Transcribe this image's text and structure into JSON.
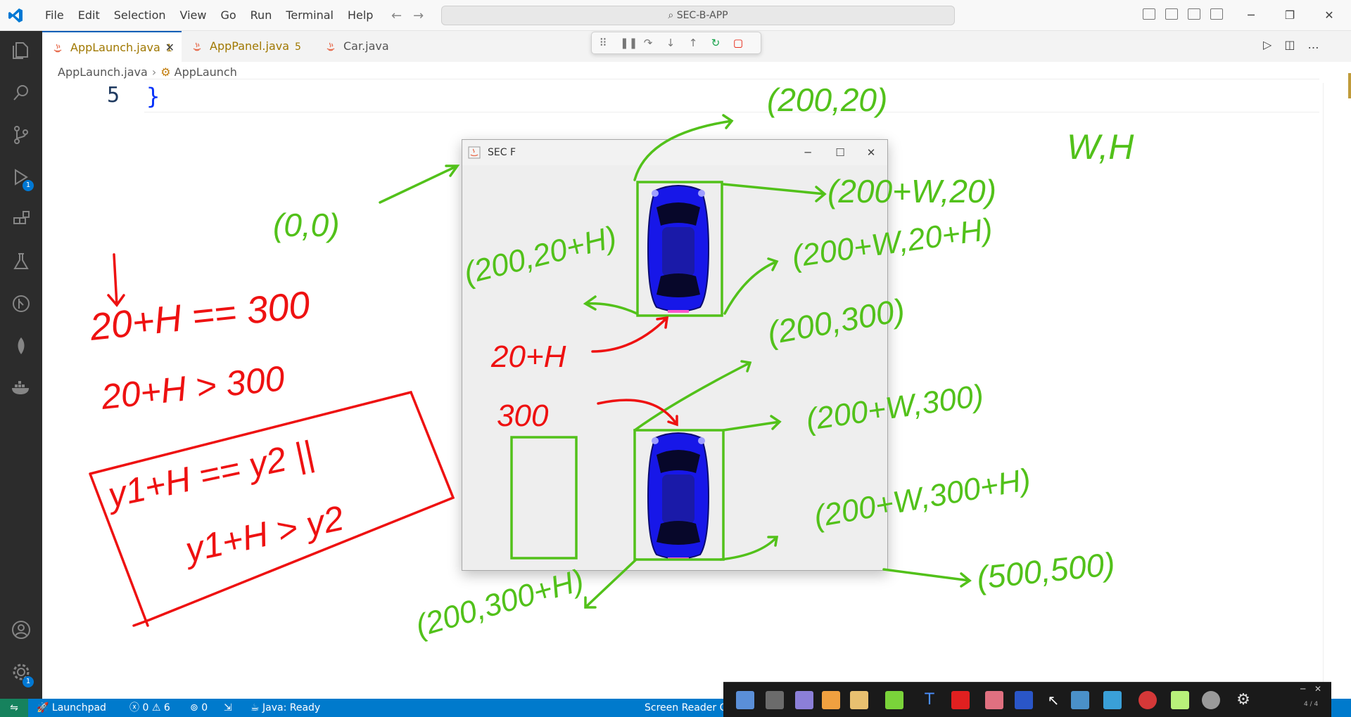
{
  "titlebar": {
    "menu": [
      "File",
      "Edit",
      "Selection",
      "View",
      "Go",
      "Run",
      "Terminal",
      "Help"
    ],
    "search": "SEC-B-APP"
  },
  "activity": {
    "debug_badge": "1",
    "settings_badge": "1"
  },
  "tabs": [
    {
      "label": "AppLaunch.java",
      "count": "1"
    },
    {
      "label": "AppPanel.java",
      "count": "5"
    },
    {
      "label": "Car.java"
    }
  ],
  "breadcrumb": {
    "file": "AppLaunch.java",
    "symbol": "AppLaunch"
  },
  "editor": {
    "line_number": "5",
    "code": "}"
  },
  "java_window": {
    "title": "SEC F"
  },
  "annotations": {
    "green": [
      "(200,20)",
      "W,H",
      "(200+W,20)",
      "(0,0)",
      "(200,20+H)",
      "(200+W,20+H)",
      "(200,300)",
      "(200+W,300)",
      "(200+W,300+H)",
      "(500,500)",
      "(200,300+H)"
    ],
    "red": [
      "20+H == 300",
      "20+H > 300",
      "20+H",
      "300",
      "y1+H == y2 ||",
      "y1+H > y2"
    ]
  },
  "statusbar": {
    "launchpad": "Launchpad",
    "errors": "0",
    "warnings": "6",
    "ports": "0",
    "java": "Java: Ready",
    "screen_reader": "Screen Reader O"
  },
  "pen_toolbar": {
    "page": "4 / 4"
  },
  "colors": {
    "accent": "#007acc",
    "ink_green": "#52c11a",
    "ink_red": "#ee1111",
    "car_blue": "#1515e6"
  }
}
